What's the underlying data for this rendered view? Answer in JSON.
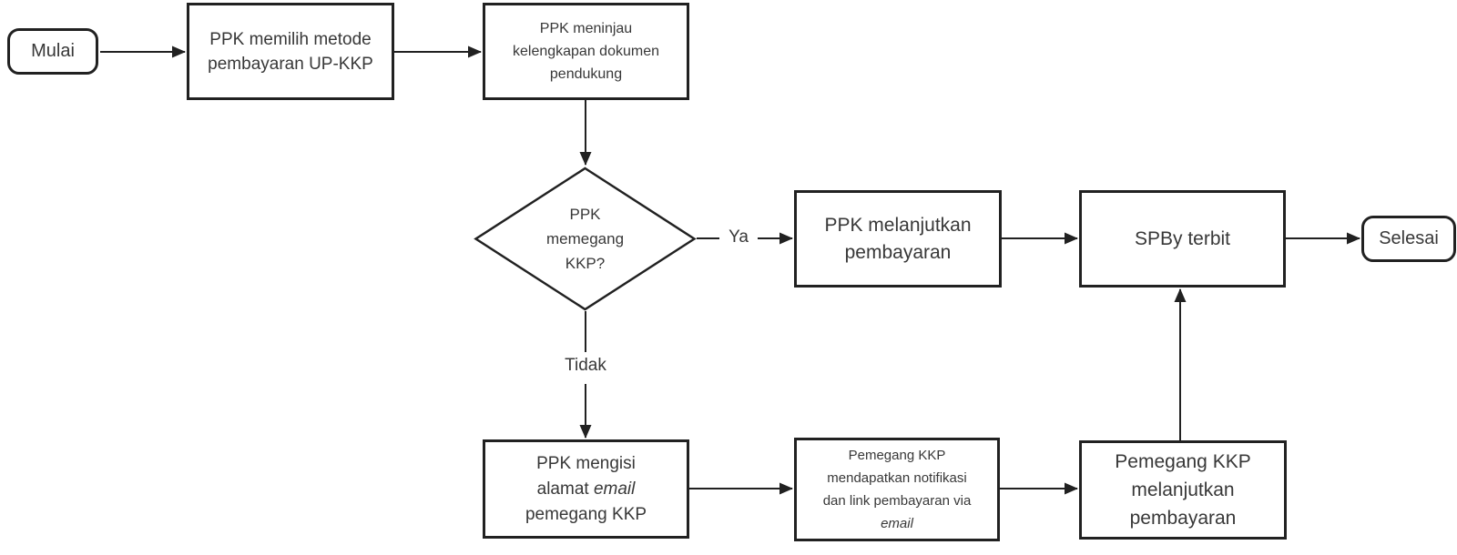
{
  "diagram": {
    "title": "UP-KKP payment flowchart",
    "colors": {
      "background": "#ffffff",
      "border": "#212121",
      "connector": "#212121",
      "text": "#383838"
    },
    "nodes": {
      "start": {
        "type": "terminator",
        "label": "Mulai"
      },
      "choose_method": {
        "type": "process",
        "label": "PPK memilih metode pembayaran UP-KKP"
      },
      "review_docs": {
        "type": "process",
        "label": "PPK meninjau kelengkapan dokumen pendukung"
      },
      "decision": {
        "type": "decision",
        "label": "PPK memegang KKP?"
      },
      "ppk_continue": {
        "type": "process",
        "label": "PPK melanjutkan pembayaran"
      },
      "spby": {
        "type": "process",
        "label": "SPBy terbit"
      },
      "end": {
        "type": "terminator",
        "label": "Selesai"
      },
      "fill_email": {
        "type": "process",
        "label_parts": [
          {
            "t": "PPK mengisi alamat "
          },
          {
            "t": "email",
            "i": true
          },
          {
            "t": " pemegang KKP"
          }
        ]
      },
      "notification": {
        "type": "process",
        "label_parts": [
          {
            "t": "Pemegang KKP mendapatkan notifikasi dan link pembayaran via "
          },
          {
            "t": "email",
            "i": true
          }
        ]
      },
      "holder_continue": {
        "type": "process",
        "label": "Pemegang KKP melanjutkan pembayaran"
      }
    },
    "edge_labels": {
      "yes": "Ya",
      "no": "Tidak"
    }
  }
}
